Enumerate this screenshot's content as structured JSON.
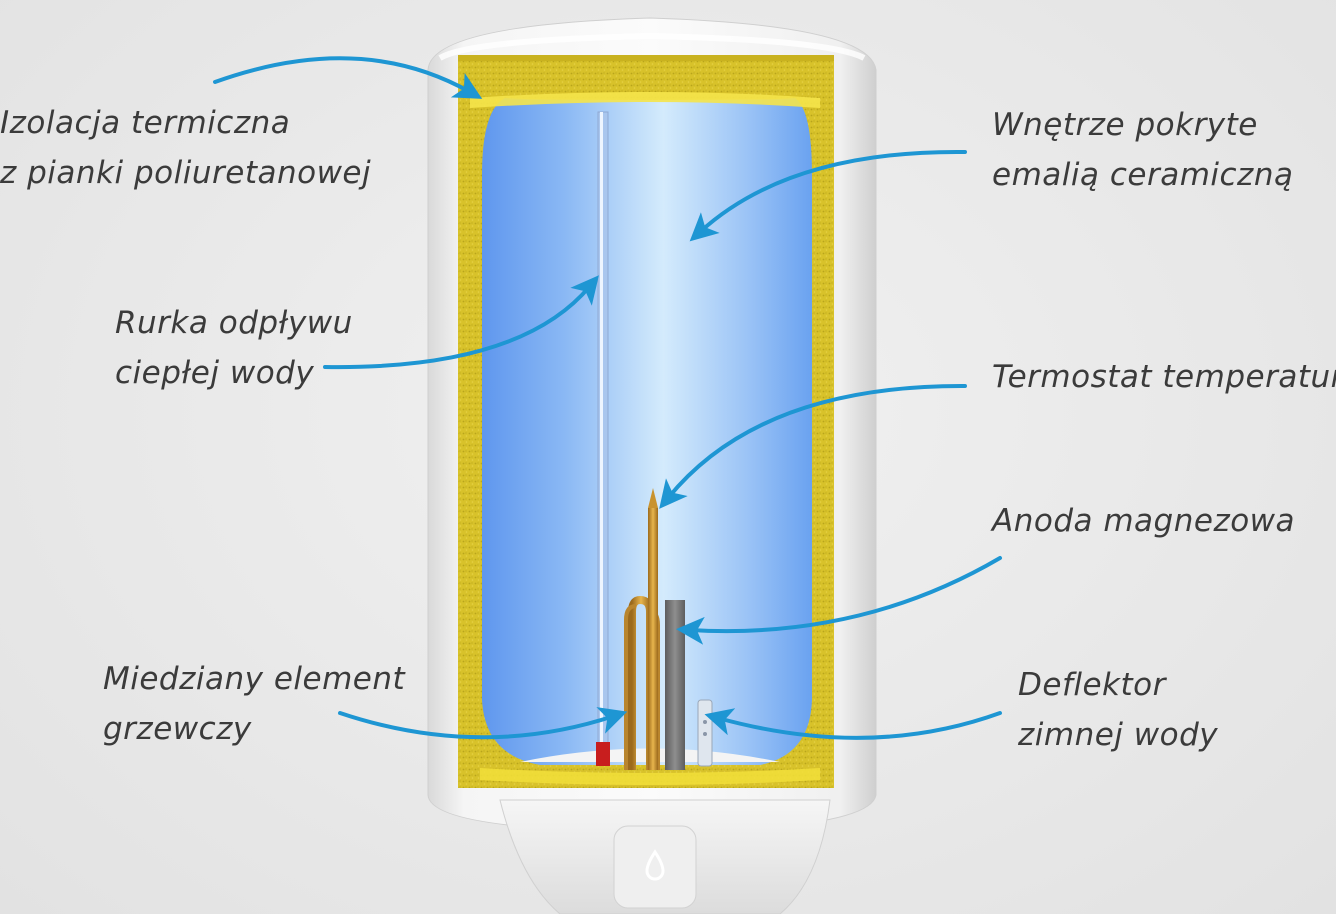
{
  "colors": {
    "background": "#e9e9e9",
    "arrow": "#1e96d3",
    "insulation": "#d8c22a",
    "insulation_inner": "#f2df3a",
    "water_light": "#d6ecfb",
    "water_dark": "#6aa2f0",
    "casing": "#f4f4f4",
    "copper": "#c9932f",
    "anode": "#7a7a7a",
    "label_text": "#3b3b3b"
  },
  "labels": {
    "insulation": {
      "line1": "Izolacja termiczna",
      "line2": "z pianki poliuretanowej"
    },
    "enamel": {
      "line1": "Wnętrze pokryte",
      "line2": "emalią ceramiczną"
    },
    "outlet_pipe": {
      "line1": "Rurka odpływu",
      "line2": "ciepłej wody"
    },
    "thermostat": {
      "line1": "Termostat temperatury"
    },
    "anode": {
      "line1": "Anoda magnezowa"
    },
    "heating_element": {
      "line1": "Miedziany element",
      "line2": "grzewczy"
    },
    "deflector": {
      "line1": "Deflektor",
      "line2": "zimnej wody"
    }
  },
  "icons": {
    "front_panel": "water-drop-icon"
  }
}
